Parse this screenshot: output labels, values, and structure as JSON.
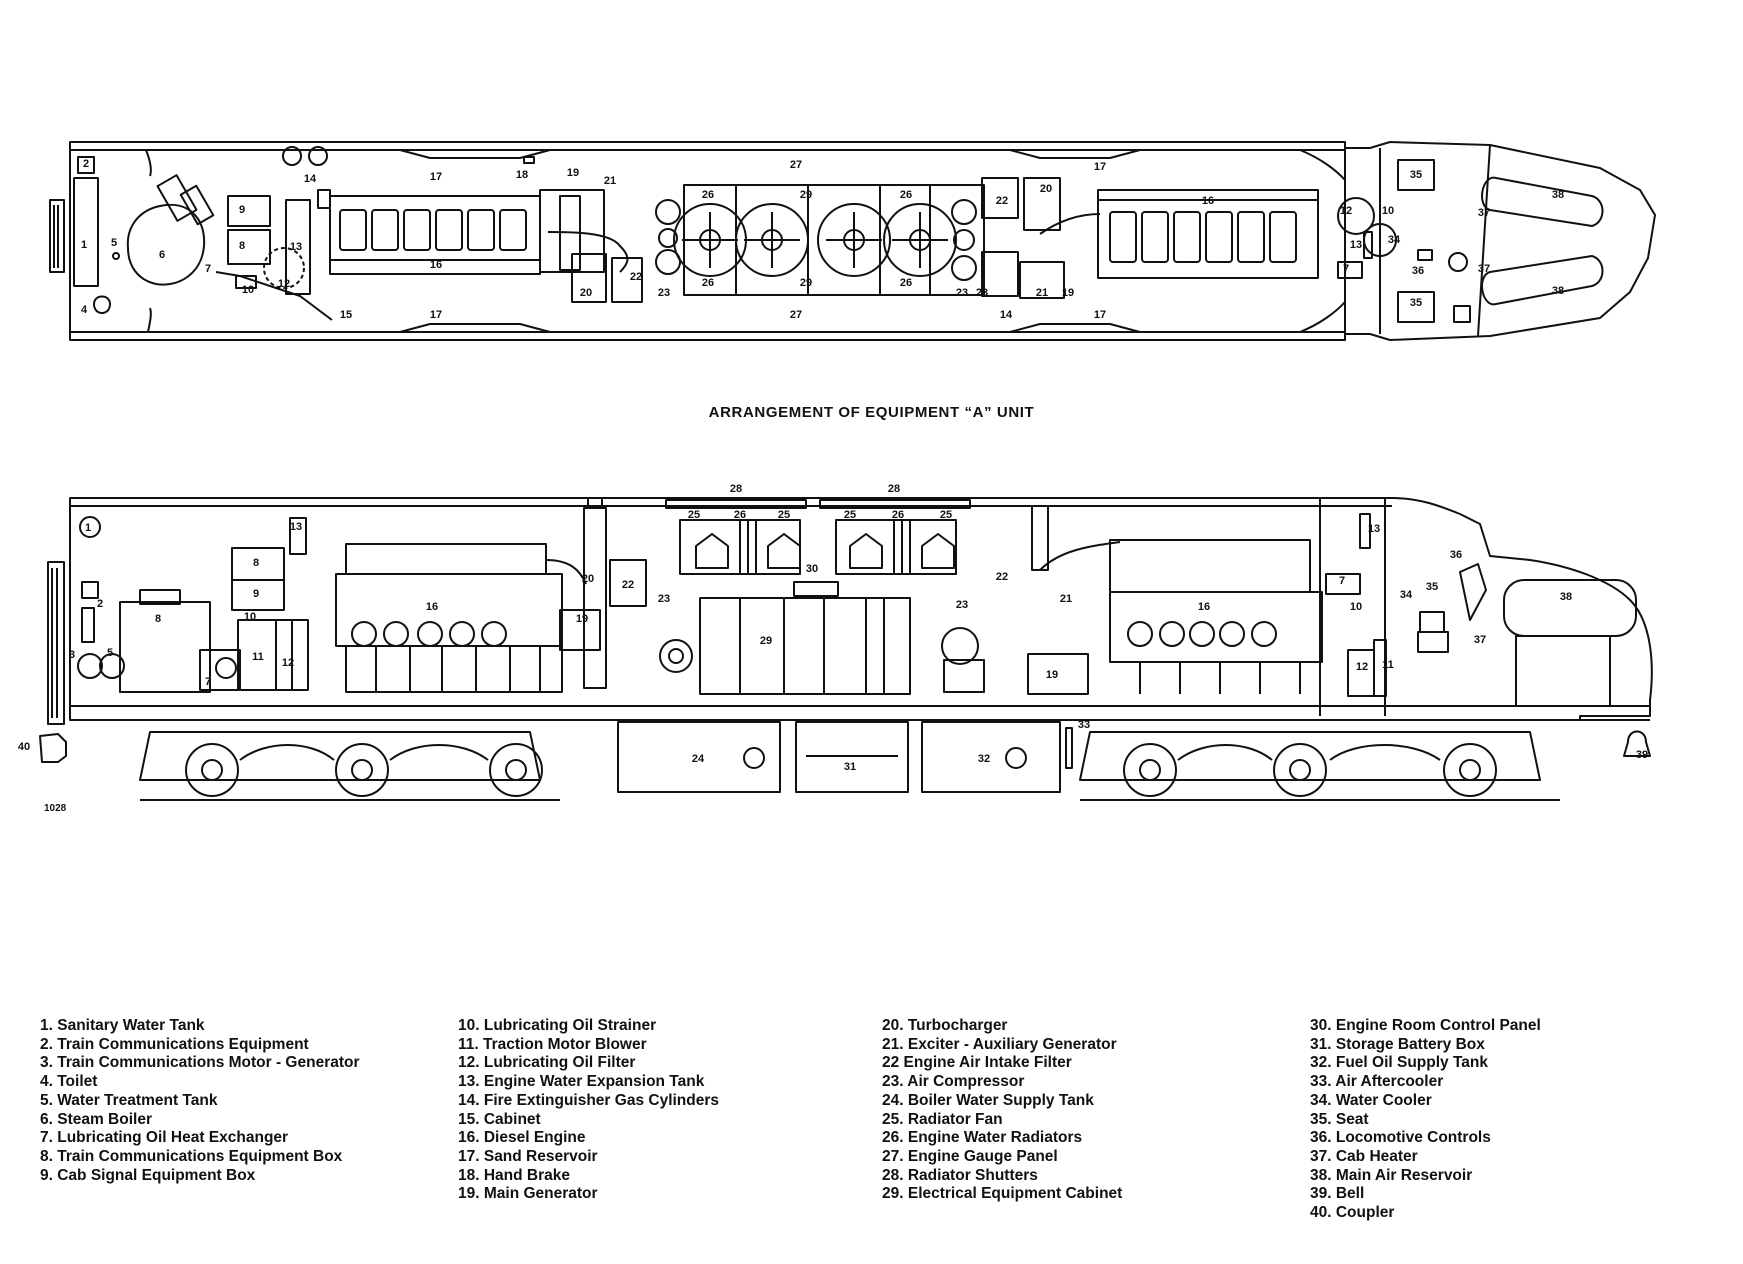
{
  "caption": "ARRANGEMENT OF EQUIPMENT “A” UNIT",
  "drawing_id": "1028",
  "colors": {
    "ink": "#111111",
    "paper": "#ffffff"
  },
  "legend": {
    "col1": [
      "1. Sanitary Water Tank",
      "2. Train Communications Equipment",
      "3. Train Communications Motor - Generator",
      "4. Toilet",
      "5. Water Treatment Tank",
      "6. Steam Boiler",
      "7. Lubricating Oil Heat Exchanger",
      "8. Train Communications Equipment Box",
      "9. Cab Signal Equipment Box"
    ],
    "col2": [
      "10. Lubricating Oil Strainer",
      "11. Traction Motor Blower",
      "12. Lubricating Oil Filter",
      "13. Engine Water Expansion Tank",
      "14. Fire Extinguisher Gas Cylinders",
      "15. Cabinet",
      "16. Diesel Engine",
      "17. Sand Reservoir",
      "18. Hand Brake",
      "19. Main Generator"
    ],
    "col3": [
      "20. Turbocharger",
      "21. Exciter - Auxiliary Generator",
      "22 Engine Air Intake Filter",
      "23. Air Compressor",
      "24. Boiler Water Supply Tank",
      "25. Radiator Fan",
      "26. Engine Water Radiators",
      "27. Engine Gauge Panel",
      "28. Radiator Shutters",
      "29. Electrical Equipment Cabinet"
    ],
    "col4": [
      "30. Engine Room Control Panel",
      "31. Storage Battery Box",
      "32. Fuel Oil Supply Tank",
      "33. Air Aftercooler",
      "34. Water Cooler",
      "35. Seat",
      "36. Locomotive Controls",
      "37. Cab Heater",
      "38. Main Air Reservoir",
      "39. Bell",
      "40. Coupler"
    ]
  },
  "top_view_labels": [
    {
      "t": "2"
    },
    {
      "t": "1"
    },
    {
      "t": "5"
    },
    {
      "t": "6"
    },
    {
      "t": "4"
    },
    {
      "t": "9"
    },
    {
      "t": "8"
    },
    {
      "t": "7"
    },
    {
      "t": "10"
    },
    {
      "t": "12"
    },
    {
      "t": "13"
    },
    {
      "t": "14"
    },
    {
      "t": "15"
    },
    {
      "t": "17"
    },
    {
      "t": "16"
    },
    {
      "t": "17"
    },
    {
      "t": "18"
    },
    {
      "t": "19"
    },
    {
      "t": "21"
    },
    {
      "t": "20"
    },
    {
      "t": "22"
    },
    {
      "t": "23"
    },
    {
      "t": "23"
    },
    {
      "t": "26"
    },
    {
      "t": "26"
    },
    {
      "t": "29"
    },
    {
      "t": "29"
    },
    {
      "t": "26"
    },
    {
      "t": "26"
    },
    {
      "t": "27"
    },
    {
      "t": "27"
    },
    {
      "t": "23"
    },
    {
      "t": "14"
    },
    {
      "t": "22"
    },
    {
      "t": "20"
    },
    {
      "t": "21"
    },
    {
      "t": "19"
    },
    {
      "t": "17"
    },
    {
      "t": "16"
    },
    {
      "t": "17"
    },
    {
      "t": "12"
    },
    {
      "t": "10"
    },
    {
      "t": "34"
    },
    {
      "t": "13"
    },
    {
      "t": "7"
    },
    {
      "t": "35"
    },
    {
      "t": "35"
    },
    {
      "t": "36"
    },
    {
      "t": "37"
    },
    {
      "t": "37"
    },
    {
      "t": "38"
    },
    {
      "t": "38"
    }
  ],
  "side_view_labels": [
    {
      "t": "1"
    },
    {
      "t": "2"
    },
    {
      "t": "3"
    },
    {
      "t": "5"
    },
    {
      "t": "8"
    },
    {
      "t": "13"
    },
    {
      "t": "8"
    },
    {
      "t": "9"
    },
    {
      "t": "10"
    },
    {
      "t": "11"
    },
    {
      "t": "12"
    },
    {
      "t": "7"
    },
    {
      "t": "16"
    },
    {
      "t": "20"
    },
    {
      "t": "19"
    },
    {
      "t": "22"
    },
    {
      "t": "23"
    },
    {
      "t": "28"
    },
    {
      "t": "25"
    },
    {
      "t": "26"
    },
    {
      "t": "25"
    },
    {
      "t": "28"
    },
    {
      "t": "25"
    },
    {
      "t": "26"
    },
    {
      "t": "25"
    },
    {
      "t": "30"
    },
    {
      "t": "29"
    },
    {
      "t": "23"
    },
    {
      "t": "22"
    },
    {
      "t": "21"
    },
    {
      "t": "16"
    },
    {
      "t": "19"
    },
    {
      "t": "13"
    },
    {
      "t": "7"
    },
    {
      "t": "10"
    },
    {
      "t": "12"
    },
    {
      "t": "11"
    },
    {
      "t": "34"
    },
    {
      "t": "35"
    },
    {
      "t": "36"
    },
    {
      "t": "38"
    },
    {
      "t": "37"
    },
    {
      "t": "24"
    },
    {
      "t": "31"
    },
    {
      "t": "32"
    },
    {
      "t": "33"
    },
    {
      "t": "39"
    },
    {
      "t": "40"
    }
  ]
}
